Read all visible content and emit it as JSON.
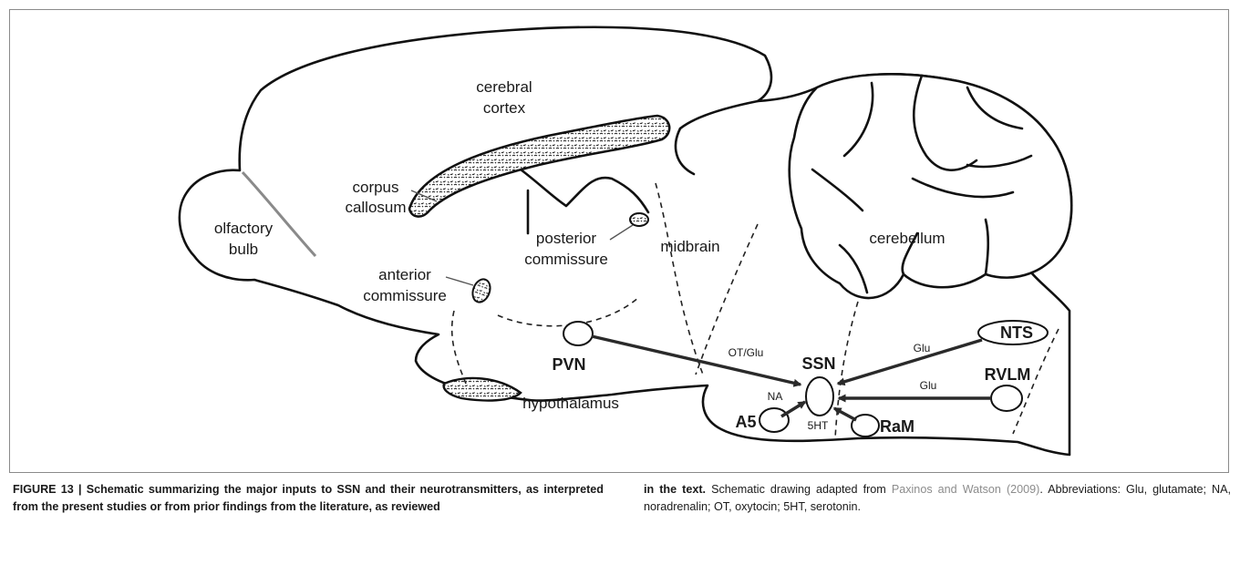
{
  "diagram": {
    "labels": {
      "cerebral_cortex_1": "cerebral",
      "cerebral_cortex_2": "cortex",
      "corpus_callosum_1": "corpus",
      "corpus_callosum_2": "callosum",
      "olfactory_bulb_1": "olfactory",
      "olfactory_bulb_2": "bulb",
      "anterior_commissure_1": "anterior",
      "anterior_commissure_2": "commissure",
      "posterior_commissure_1": "posterior",
      "posterior_commissure_2": "commissure",
      "midbrain": "midbrain",
      "cerebellum": "cerebellum",
      "hypothalamus": "hypothalamus",
      "pvn": "PVN",
      "ssn": "SSN",
      "nts": "NTS",
      "rvlm": "RVLM",
      "a5": "A5",
      "ram": "RaM"
    },
    "inputs": [
      {
        "from": "PVN",
        "transmitter": "OT/Glu"
      },
      {
        "from": "NTS",
        "transmitter": "Glu"
      },
      {
        "from": "RVLM",
        "transmitter": "Glu"
      },
      {
        "from": "A5",
        "transmitter": "NA"
      },
      {
        "from": "RaM",
        "transmitter": "5HT"
      }
    ]
  },
  "caption": {
    "left_text": "FIGURE 13 | Schematic summarizing the major inputs to SSN and their neurotransmitters, as interpreted from the present studies or from prior findings from the literature, as reviewed",
    "right_bold": "in the text.",
    "right_pre_ref": " Schematic drawing adapted from ",
    "reference": "Paxinos and Watson (2009)",
    "right_post_ref": ". Abbreviations: Glu, glutamate; NA, noradrenalin; OT, oxytocin; 5HT, serotonin."
  },
  "colors": {
    "outline": "#111111",
    "reference_link": "#8c8c8c",
    "olfactory_boundary": "#8a8a8a"
  }
}
